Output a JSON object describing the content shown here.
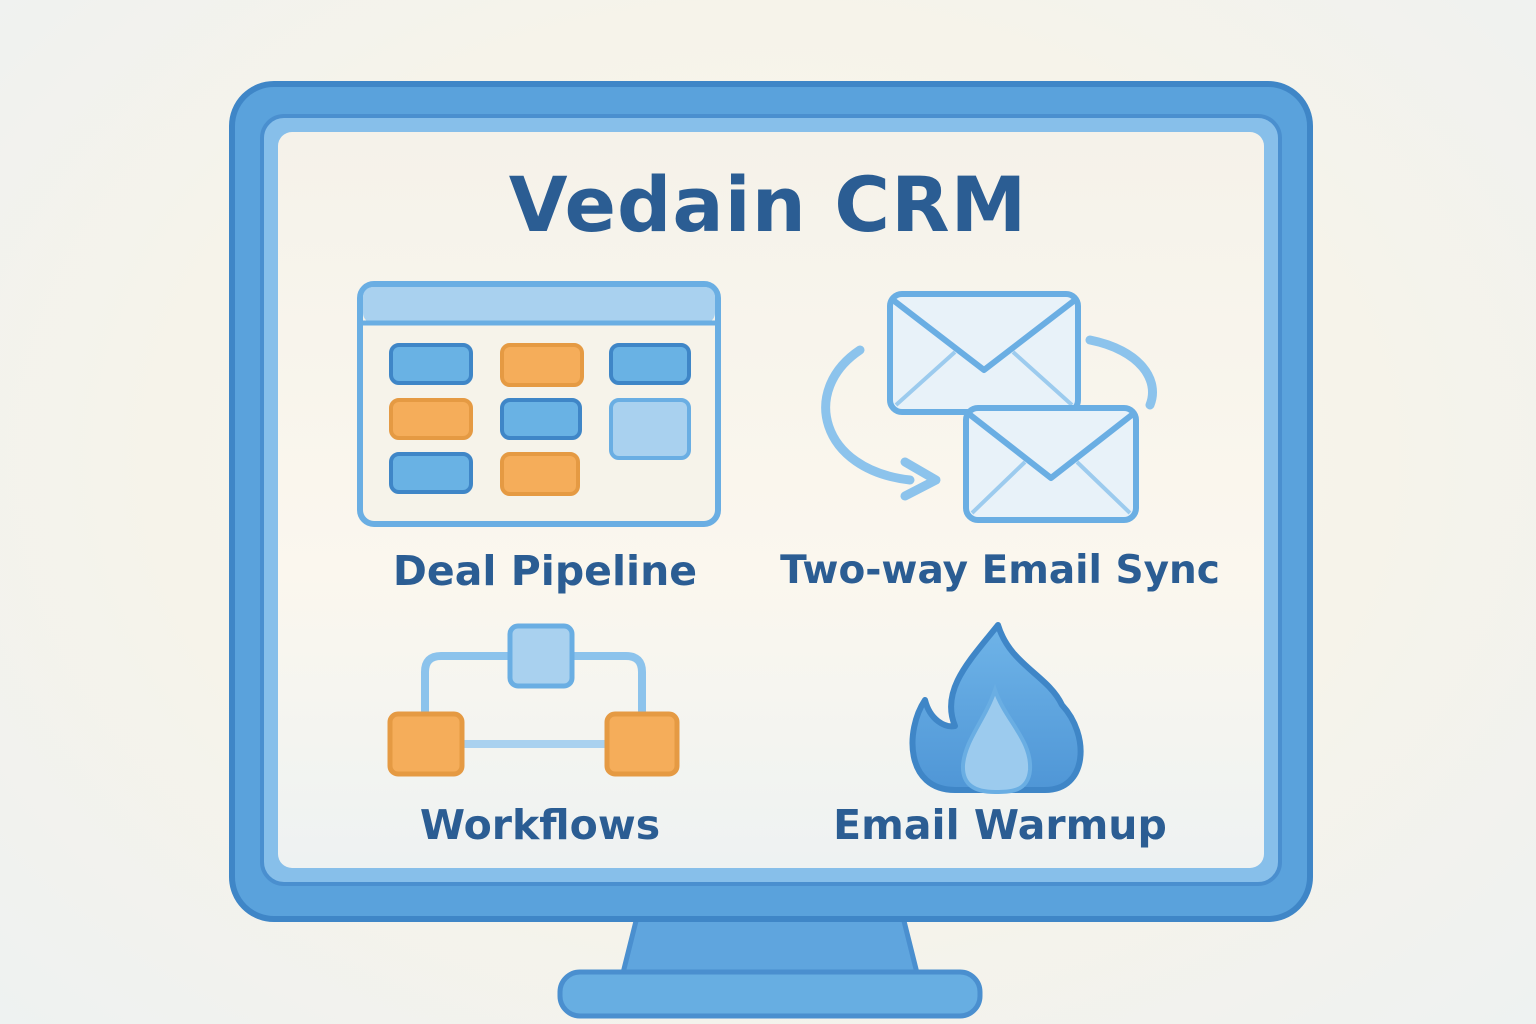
{
  "app": {
    "title": "Vedain CRM"
  },
  "features": [
    {
      "label": "Deal Pipeline",
      "icon": "kanban-board-icon"
    },
    {
      "label": "Two-way Email Sync",
      "icon": "email-sync-icon"
    },
    {
      "label": "Workflows",
      "icon": "workflow-icon"
    },
    {
      "label": "Email Warmup",
      "icon": "flame-icon"
    }
  ],
  "colors": {
    "frame_blue": "#5aa2dc",
    "frame_dark": "#3f86c7",
    "title_text": "#2b5d93",
    "card_blue": "#69b2e4",
    "card_orange": "#f5ad5a",
    "screen_bg": "#fbf7ee"
  }
}
